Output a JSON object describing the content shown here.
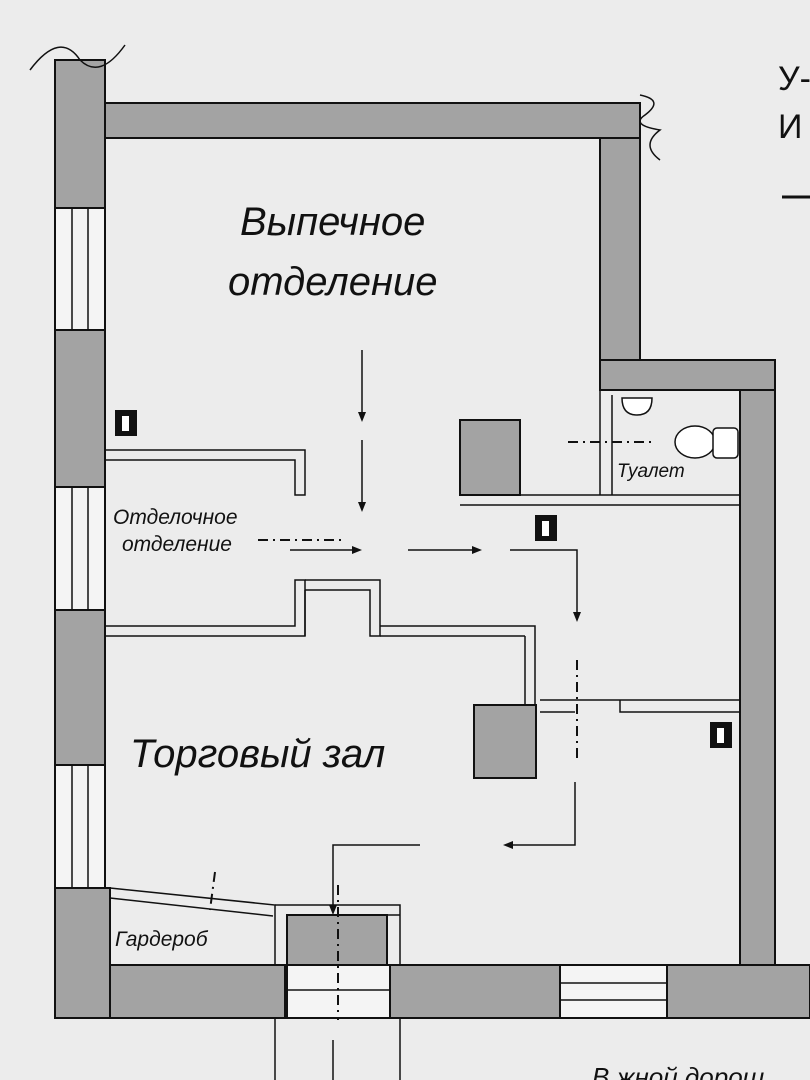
{
  "rooms": {
    "baking": [
      "Выпечное",
      "отделение"
    ],
    "finishing": [
      "Отделочное",
      "отделение"
    ],
    "toilet": "Туалет",
    "sales_hall": "Торговый зал",
    "cloakroom": "Гардероб"
  },
  "side_text": [
    "У-",
    "И"
  ],
  "bottom_text": "В жной дорош",
  "colors": {
    "wall": "#a3a3a3",
    "background": "#ececec",
    "line": "#111111"
  },
  "icons": [
    "fire-extinguisher-icon",
    "toilet-icon",
    "sink-icon",
    "evacuation-arrow-icon"
  ]
}
